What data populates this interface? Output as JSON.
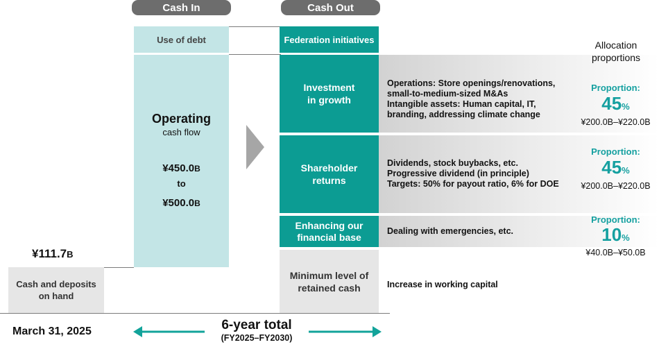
{
  "headers": {
    "cash_in": "Cash In",
    "cash_out": "Cash Out"
  },
  "cash_in": {
    "use_of_debt": "Use of debt",
    "operating_title": "Operating",
    "operating_sub": "cash flow",
    "amount_low": "¥450.0",
    "amount_low_unit": "B",
    "to": "to",
    "amount_high": "¥500.0",
    "amount_high_unit": "B"
  },
  "cash_on_hand": {
    "amount": "¥111.7",
    "amount_unit": "B",
    "label_line1": "Cash and deposits",
    "label_line2": "on hand",
    "date": "March 31, 2025"
  },
  "cash_out": {
    "federation": "Federation initiatives",
    "investment": {
      "label_line1": "Investment",
      "label_line2": "in growth",
      "desc": [
        "Operations: Store openings/renovations,",
        "small-to-medium-sized M&As",
        "Intangible assets: Human capital, IT,",
        "branding, addressing climate change"
      ],
      "proportion_label": "Proportion:",
      "proportion_value": "45",
      "proportion_unit": "%",
      "range": "¥200.0B–¥220.0B"
    },
    "shareholder": {
      "label_line1": "Shareholder",
      "label_line2": "returns",
      "desc": [
        "Dividends, stock buybacks, etc.",
        "Progressive dividend (in principle)",
        "Targets: 50% for payout ratio, 6% for DOE"
      ],
      "proportion_label": "Proportion:",
      "proportion_value": "45",
      "proportion_unit": "%",
      "range": "¥200.0B–¥220.0B"
    },
    "financial": {
      "label_line1": "Enhancing our",
      "label_line2": "financial base",
      "desc": [
        "Dealing with emergencies, etc."
      ],
      "proportion_label": "Proportion:",
      "proportion_value": "10",
      "proportion_unit": "%",
      "range": "¥40.0B–¥50.0B"
    },
    "retained": {
      "label_line1": "Minimum level of",
      "label_line2": "retained cash",
      "desc": [
        "Increase in working capital"
      ]
    }
  },
  "allocation": {
    "line1": "Allocation",
    "line2": "proportions"
  },
  "period": {
    "title": "6-year total",
    "sub": "(FY2025–FY2030)"
  },
  "colors": {
    "teal": "#0c9c93",
    "light_teal": "#c3e5e6",
    "gray_box": "#e6e6e6",
    "header_pill": "#6d6d6d",
    "accent_text": "#15a0a0"
  }
}
